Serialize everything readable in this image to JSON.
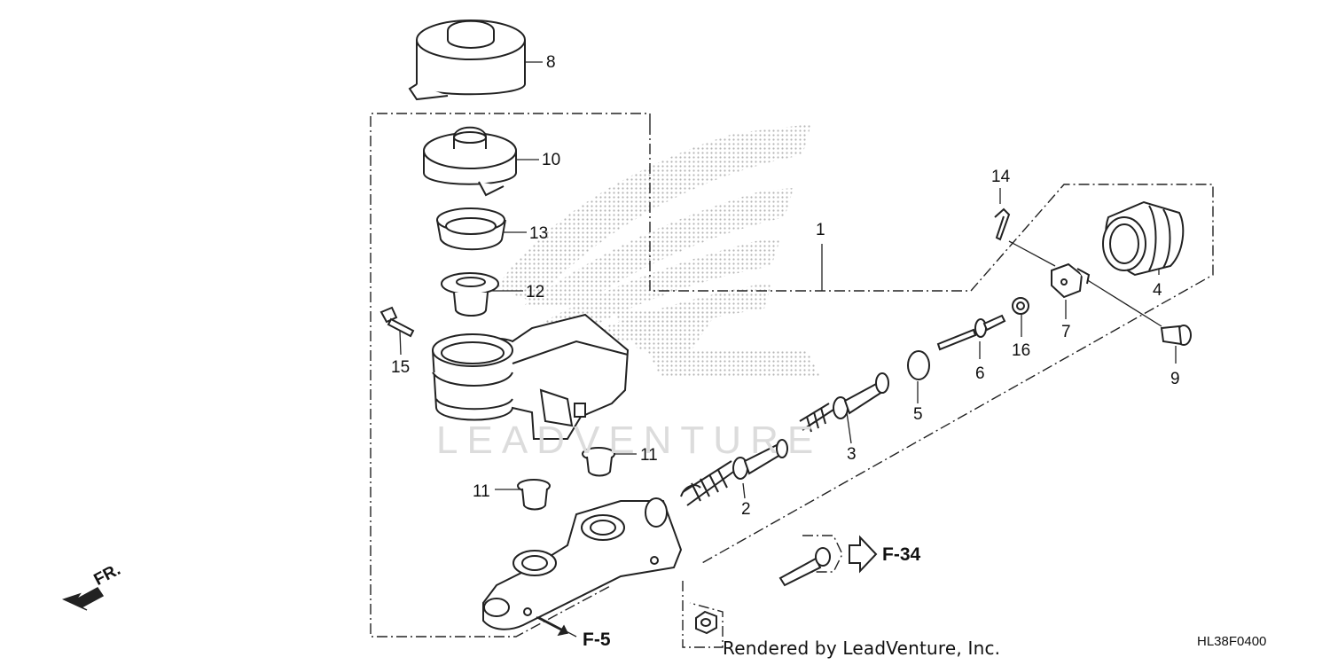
{
  "diagram": {
    "callouts": [
      {
        "id": "p1",
        "label": "1"
      },
      {
        "id": "p2",
        "label": "2"
      },
      {
        "id": "p3",
        "label": "3"
      },
      {
        "id": "p4",
        "label": "4"
      },
      {
        "id": "p5",
        "label": "5"
      },
      {
        "id": "p6",
        "label": "6"
      },
      {
        "id": "p7",
        "label": "7"
      },
      {
        "id": "p8",
        "label": "8"
      },
      {
        "id": "p9",
        "label": "9"
      },
      {
        "id": "p10",
        "label": "10"
      },
      {
        "id": "p11a",
        "label": "11"
      },
      {
        "id": "p11b",
        "label": "11"
      },
      {
        "id": "p12",
        "label": "12"
      },
      {
        "id": "p13",
        "label": "13"
      },
      {
        "id": "p14",
        "label": "14"
      },
      {
        "id": "p15",
        "label": "15"
      },
      {
        "id": "p16",
        "label": "16"
      }
    ],
    "references": {
      "f34": "F-34",
      "f5": "F-5"
    },
    "direction_label": "FR.",
    "watermark": "LEADVENTURE",
    "rendered_by": "Rendered by LeadVenture, Inc.",
    "diagram_code": "HL38F0400"
  }
}
